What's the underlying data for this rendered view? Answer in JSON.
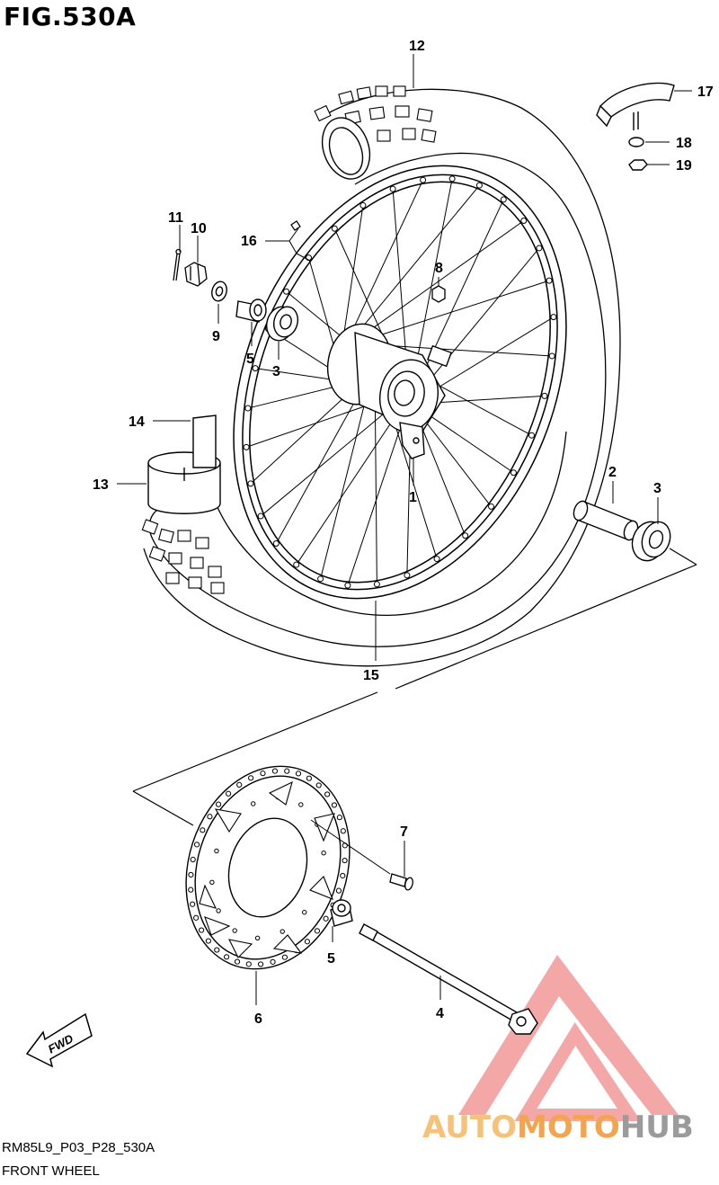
{
  "figure": {
    "title": "FIG.530A"
  },
  "callouts": {
    "c1": "1",
    "c2": "2",
    "c3a": "3",
    "c3b": "3",
    "c4": "4",
    "c5a": "5",
    "c5b": "5",
    "c6": "6",
    "c7": "7",
    "c8": "8",
    "c9": "9",
    "c10": "10",
    "c11": "11",
    "c12": "12",
    "c13": "13",
    "c14": "14",
    "c15": "15",
    "c16": "16",
    "c17": "17",
    "c18": "18",
    "c19": "19"
  },
  "badge": {
    "fwd": "FWD"
  },
  "footer": {
    "code": "RM85L9_P03_P28_530A",
    "caption": "FRONT WHEEL"
  },
  "watermark": {
    "part1": "AUTO",
    "part2": "MOTO",
    "part3": "HUB"
  },
  "colors": {
    "line": "#000000",
    "watermark_triangle": "#f08a8a",
    "watermark_orange": "#f2a44e",
    "watermark_gray": "#9b9b9b"
  },
  "icons": {
    "fwd": "fwd-arrow-icon",
    "logo": "triangle-logo-icon"
  }
}
